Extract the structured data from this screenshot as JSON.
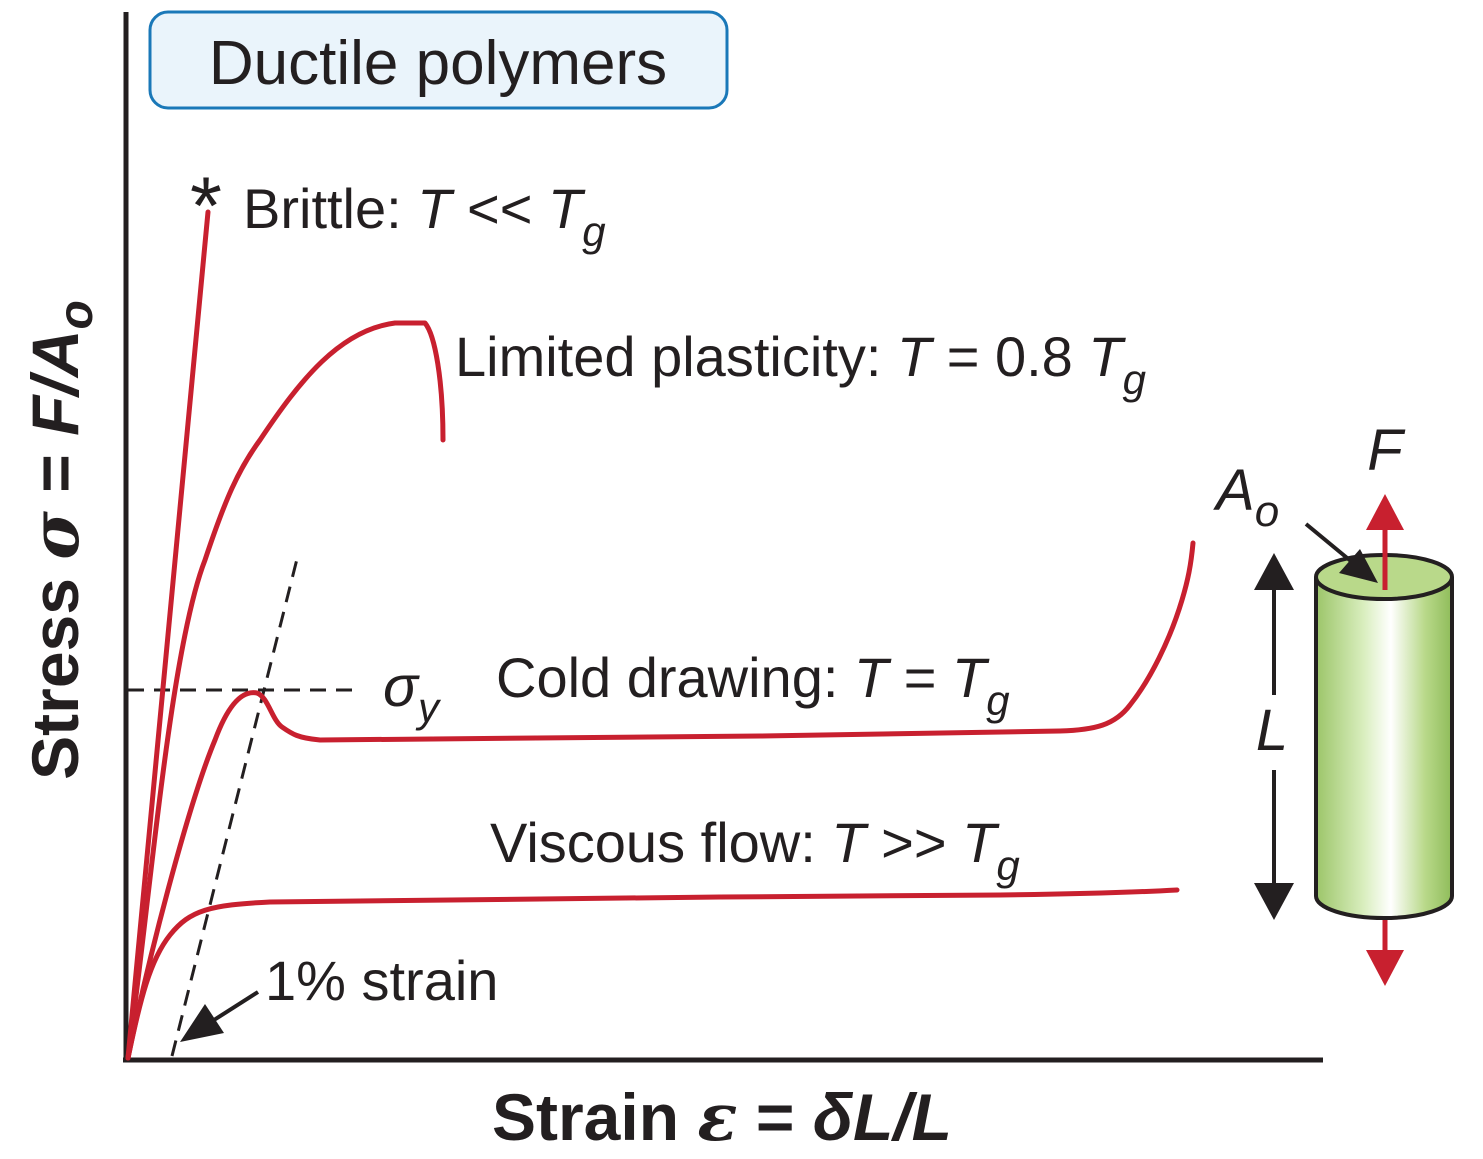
{
  "title": "Ductile polymers",
  "axes": {
    "y_label": {
      "prefix": "Stress ",
      "sym": "σ",
      "eq": " = ",
      "expr": "F/A",
      "sub": "o"
    },
    "x_label": {
      "prefix": "Strain ",
      "sym": "ε",
      "eq": " = ",
      "expr": "δL/L"
    }
  },
  "curves": {
    "brittle": {
      "name": "Brittle: ",
      "var": "T",
      "rel": " << ",
      "ref": "T",
      "sub": "g",
      "marker": "*"
    },
    "limited": {
      "name": "Limited plasticity: ",
      "var": "T",
      "rel": " = 0.8 ",
      "ref": "T",
      "sub": "g"
    },
    "cold": {
      "name": "Cold drawing: ",
      "var": "T",
      "rel": " = ",
      "ref": "T",
      "sub": "g"
    },
    "viscous": {
      "name": "Viscous flow: ",
      "var": "T",
      "rel": " >> ",
      "ref": "T",
      "sub": "g"
    }
  },
  "annotations": {
    "yield": {
      "sym": "σ",
      "sub": "y"
    },
    "offset": "1% strain"
  },
  "specimen": {
    "force": "F",
    "area": {
      "sym": "A",
      "sub": "o"
    },
    "length": "L"
  },
  "colors": {
    "curve": "#c8202f",
    "axis": "#231f20",
    "title_fill": "#eaf4fb",
    "title_border": "#1a78b8",
    "cylinder": "#b9d98a"
  }
}
